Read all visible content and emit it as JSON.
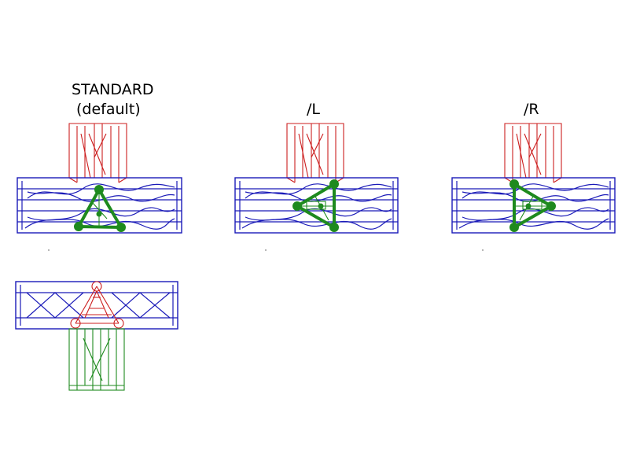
{
  "labels": {
    "standard_line1": "STANDARD",
    "standard_line2": "(default)",
    "left": "/L",
    "right": "/R"
  },
  "colors": {
    "truss": "#1a1ab8",
    "tee": "#cc1f1f",
    "corner": "#1e8a1e"
  }
}
